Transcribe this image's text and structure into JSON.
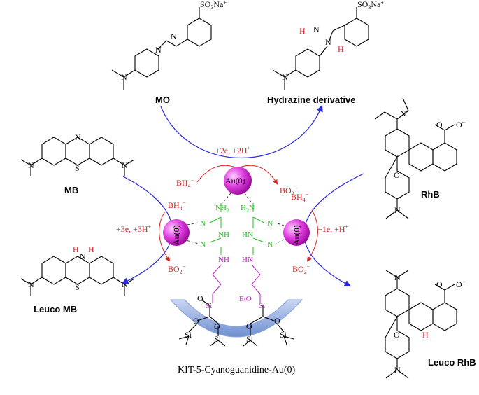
{
  "labels": {
    "mo": "MO",
    "hydrazine": "Hydrazine derivative",
    "mb": "MB",
    "leuco_mb": "Leuco MB",
    "rhb": "RhB",
    "leuco_rhb": "Leuco RhB",
    "caption": "KIT-5-Cyanoguanidine-Au(0)"
  },
  "reagents": {
    "top": "+2e, +2H",
    "left": "+3e, +3H",
    "right": "+1e, +H",
    "bh4": "BH",
    "bo2": "BO",
    "au": "Au(0)"
  },
  "atoms": {
    "so3na": "SO",
    "na": "Na",
    "n": "N",
    "h": "H",
    "s": "S",
    "o": "O",
    "nh": "NH",
    "h2n": "H",
    "hn": "HN",
    "si": "Si",
    "eto": "EtO"
  },
  "colors": {
    "arrow": "#2a2adc",
    "reagent": "#d62020",
    "ligand_left": "#22c022",
    "linker": "#c020c0",
    "au_sphere": "#e040e0",
    "support": "#7f9fd8"
  }
}
